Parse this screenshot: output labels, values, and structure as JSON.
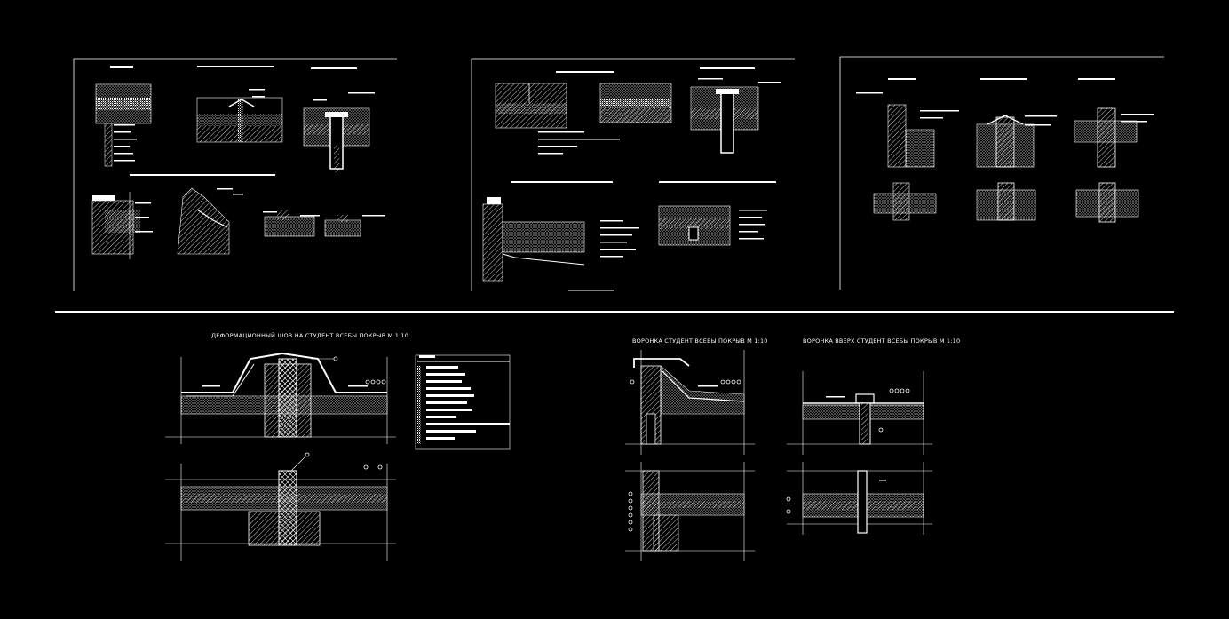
{
  "background": "#000000",
  "line_color": "#ffffff",
  "titles": {
    "expansion_joint": "ДЕФОРМАЦИОННЫЙ ШОВ НА СТУДЕНТ ВСЕБЫ ПОКРЫВ    М 1:10",
    "parapet_drain": "ВОРОНКА СТУДЕНТ ВСЕБЫ ПОКРЫВ    М 1:10",
    "roof_drain": "ВОРОНКА ВВЕРХ СТУДЕНТ ВСЕБЫ ПОКРЫВ    М 1:10"
  }
}
